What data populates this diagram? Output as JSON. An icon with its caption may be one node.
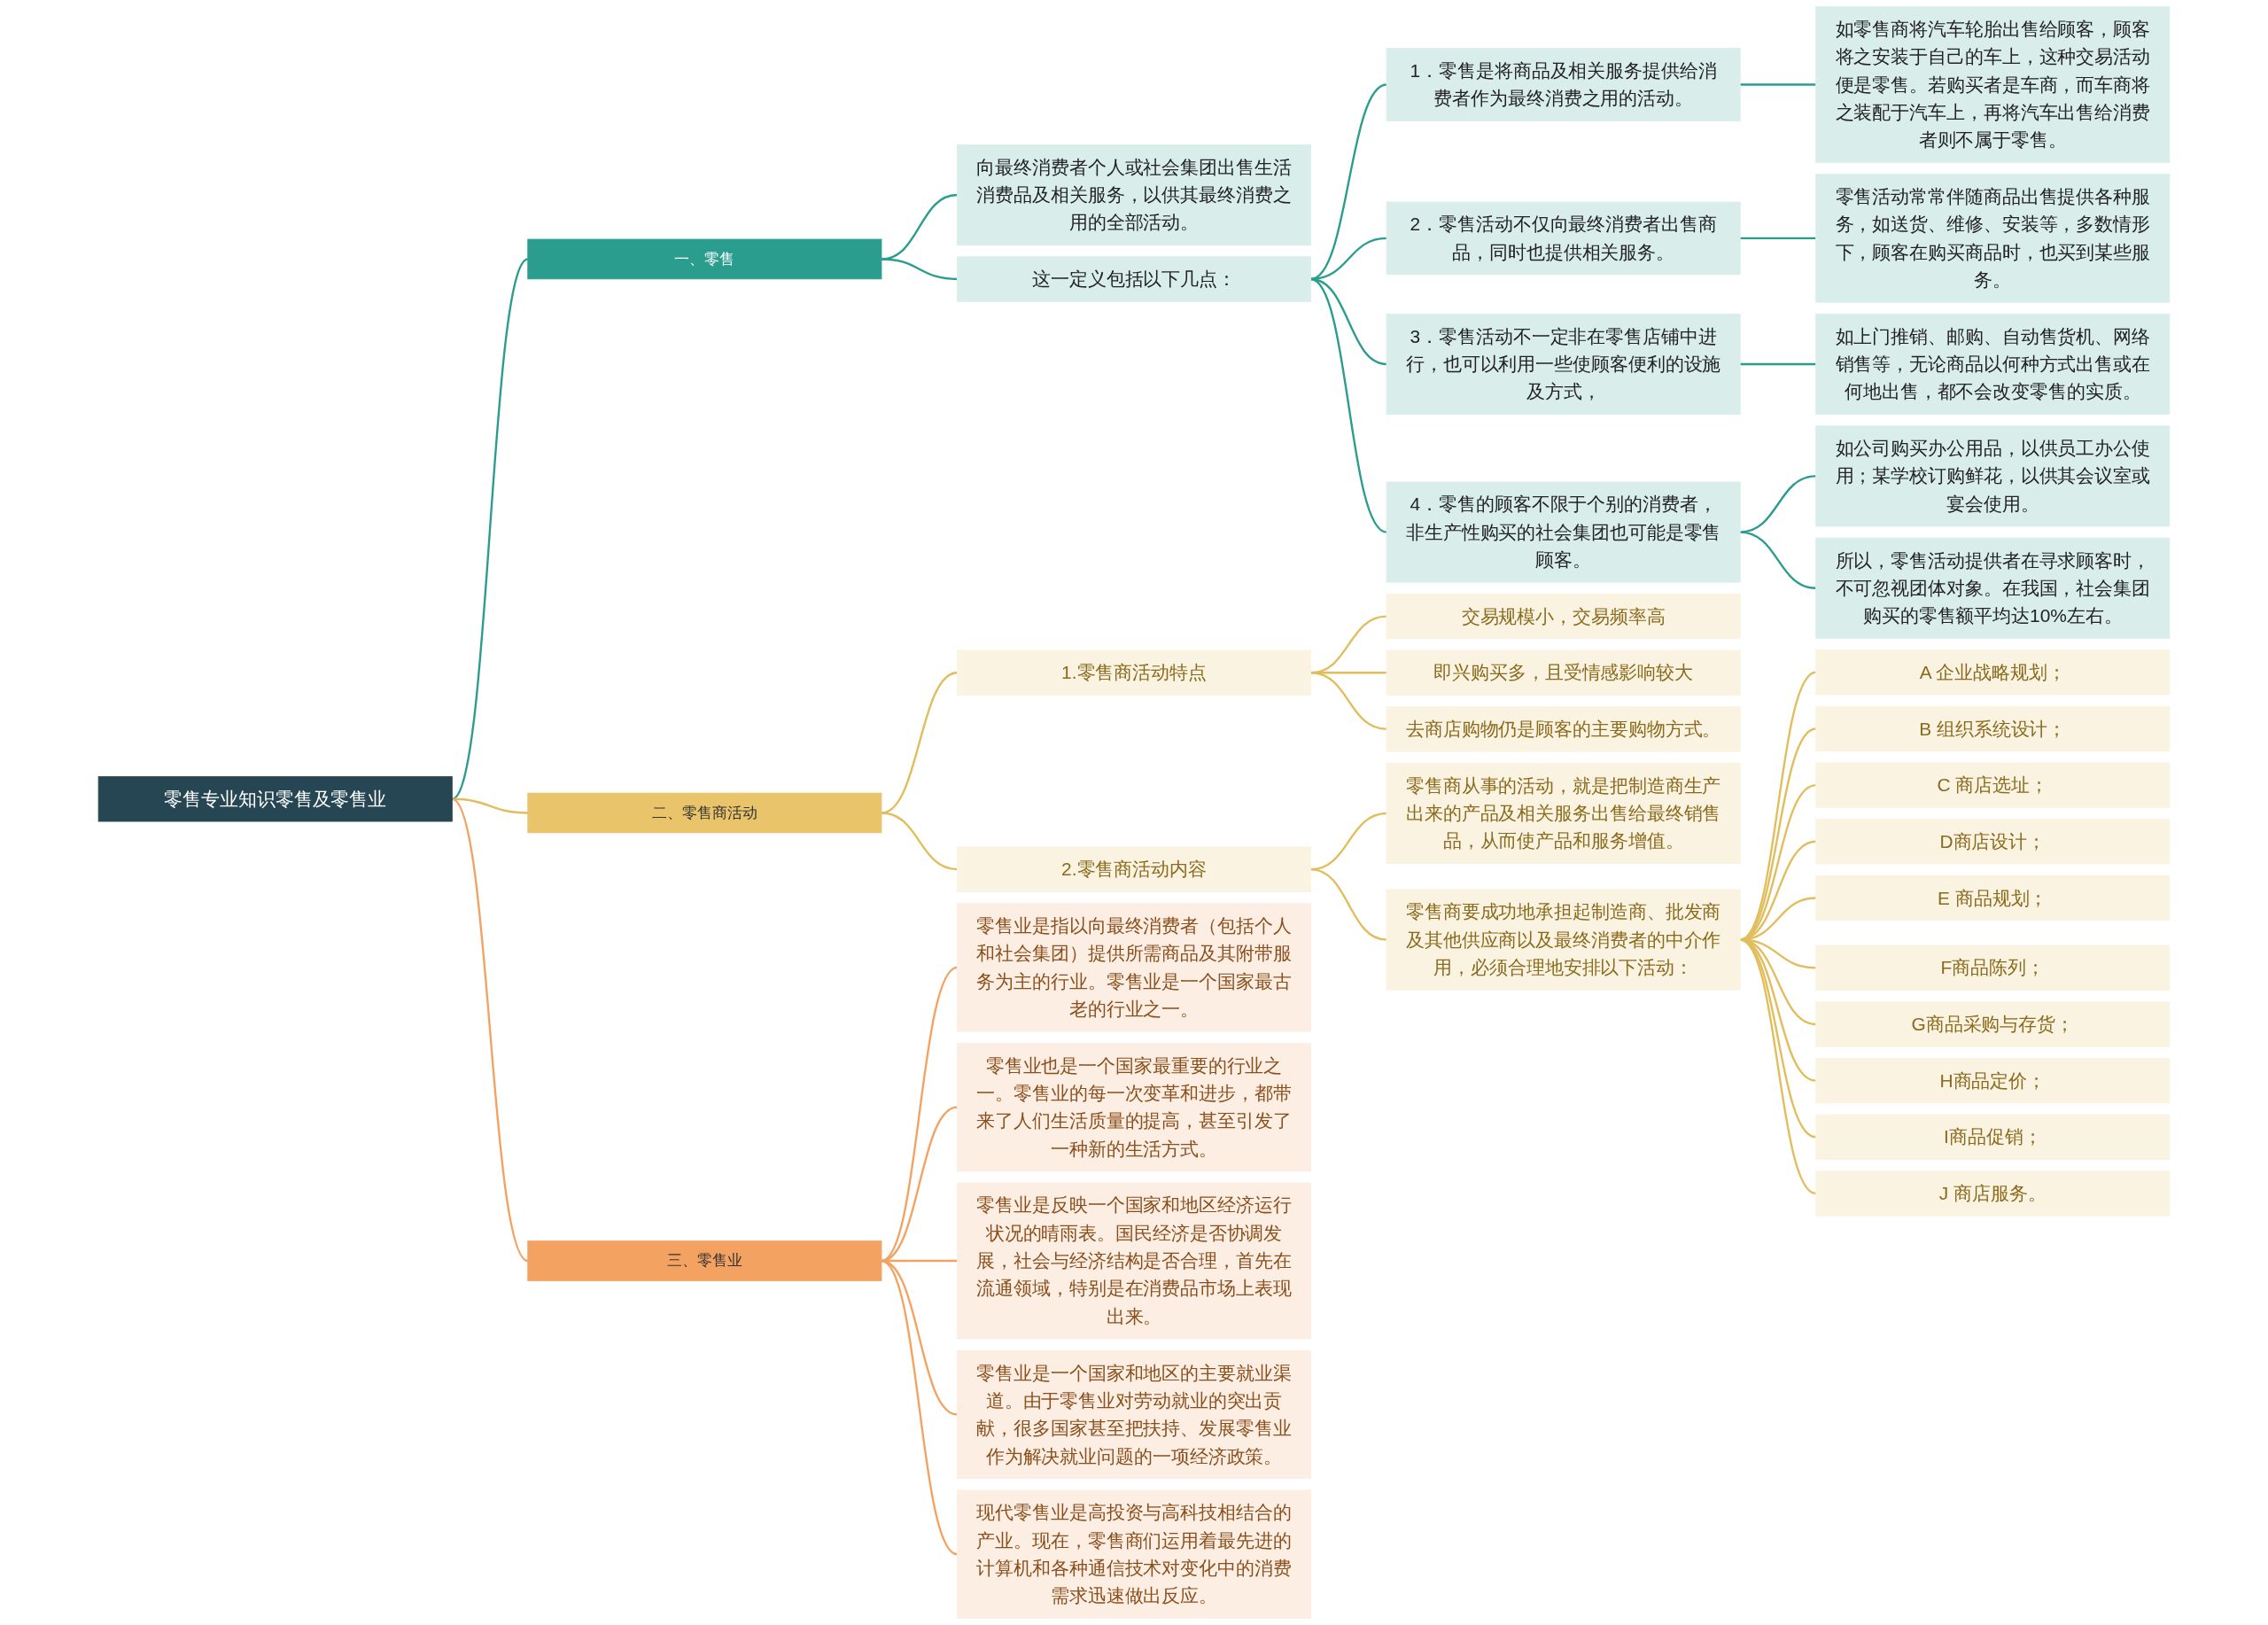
{
  "diagram": {
    "nodes": [
      {
        "text": [
          "零售专业知识零售及零售业"
        ]
      },
      {
        "text": [
          "一、零售"
        ]
      },
      {
        "text": [
          "向最终消费者个人或社会集团出售生活消费品及相关服务，以供其最终消费之用的全部活动。"
        ]
      },
      {
        "text": [
          "这一定义包括以下几点："
        ]
      },
      {
        "text": [
          "1．零售是将商品及相关服务提供给消费者作为最终消费之用的活动。"
        ]
      },
      {
        "text": [
          "如零售商将汽车轮胎出售给顾客，顾客将之安装于自己的车上，这种交易活动便是零售。若购买者是车商，而车商将之装配于汽车上，再将汽车出售给消费者则不属于零售。"
        ]
      },
      {
        "text": [
          "2．零售活动不仅向最终消费者出售商品，同时也提供相关服务。"
        ]
      },
      {
        "text": [
          "零售活动常常伴随商品出售提供各种服务，如送货、维修、安装等，多数情形下，顾客在购买商品时，也买到某些服务。"
        ]
      },
      {
        "text": [
          "3．零售活动不一定非在零售店铺中进行，也可以利用一些使顾客便利的设施及方式，"
        ]
      },
      {
        "text": [
          "如上门推销、邮购、自动售货机、网络销售等，无论商品以何种方式出售或在何地出售，都不会改变零售的实质。"
        ]
      },
      {
        "text": [
          "4．零售的顾客不限于个别的消费者，非生产性购买的社会集团也可能是零售顾客。"
        ]
      },
      {
        "text": [
          "如公司购买办公用品，以供员工办公使用；某学校订购鲜花，以供其会议室或宴会使用。"
        ]
      },
      {
        "text": [
          "所以，零售活动提供者在寻求顾客时，不可忽视团体对象。在我国，社会集团购买的零售额平均达10%左右。"
        ]
      },
      {
        "text": [
          "二、零售商活动"
        ]
      },
      {
        "text": [
          "1.零售商活动特点"
        ]
      },
      {
        "text": [
          "交易规模小，交易频率高"
        ]
      },
      {
        "text": [
          "即兴购买多，且受情感影响较大"
        ]
      },
      {
        "text": [
          "去商店购物仍是顾客的主要购物方式。"
        ]
      },
      {
        "text": [
          "2.零售商活动内容"
        ]
      },
      {
        "text": [
          "零售商从事的活动，就是把制造商生产出来的产品及相关服务出售给最终销售品，从而使产品和服务增值。"
        ]
      },
      {
        "text": [
          "零售商要成功地承担起制造商、批发商及其他供应商以及最终消费者的中介作用，必须合理地安排以下活动："
        ]
      },
      {
        "text": [
          "A 企业战略规划；"
        ]
      },
      {
        "text": [
          "B 组织系统设计；"
        ]
      },
      {
        "text": [
          "C 商店选址；"
        ]
      },
      {
        "text": [
          "D商店设计；"
        ]
      },
      {
        "text": [
          "E 商品规划；"
        ]
      },
      {
        "text": [
          "F商品陈列；"
        ]
      },
      {
        "text": [
          "G商品采购与存货；"
        ]
      },
      {
        "text": [
          "H商品定价；"
        ]
      },
      {
        "text": [
          "I商品促销；"
        ]
      },
      {
        "text": [
          "J 商店服务。"
        ]
      },
      {
        "text": [
          "三、零售业"
        ]
      },
      {
        "text": [
          "零售业是指以向最终消费者（包括个人和社会集团）提供所需商品及其附带服务为主的行业。零售业是一个国家最古老的行业之一。"
        ]
      },
      {
        "text": [
          "零售业也是一个国家最重要的行业之一。零售业的每一次变革和进步，都带来了人们生活质量的提高，甚至引发了一种新的生活方式。"
        ]
      },
      {
        "text": [
          "零售业是反映一个国家和地区经济运行状况的晴雨表。国民经济是否协调发展，社会与经济结构是否合理，首先在流通领域，特别是在消费品市场上表现出来。"
        ]
      },
      {
        "text": [
          "零售业是一个国家和地区的主要就业渠道。由于零售业对劳动就业的突出贡献，很多国家甚至把扶持、发展零售业作为解决就业问题的一项经济政策。"
        ]
      },
      {
        "text": [
          "现代零售业是高投资与高科技相结合的产业。现在，零售商们运用着最先进的计算机和各种通信技术对变化中的消费需求迅速做出反应。"
        ]
      }
    ],
    "edges": [
      {
        "from": 0,
        "to": 1,
        "arrow": "none",
        "color": "#2a9d8f"
      },
      {
        "from": 1,
        "to": 2,
        "arrow": "none",
        "color": "#2a9d8f"
      },
      {
        "from": 1,
        "to": 3,
        "arrow": "none",
        "color": "#2a9d8f"
      },
      {
        "from": 3,
        "to": 4,
        "arrow": "none",
        "color": "#2a9d8f"
      },
      {
        "from": 4,
        "to": 5,
        "arrow": "none",
        "color": "#2a9d8f"
      },
      {
        "from": 3,
        "to": 6,
        "arrow": "none",
        "color": "#2a9d8f"
      },
      {
        "from": 6,
        "to": 7,
        "arrow": "none",
        "color": "#2a9d8f"
      },
      {
        "from": 3,
        "to": 8,
        "arrow": "none",
        "color": "#2a9d8f"
      },
      {
        "from": 8,
        "to": 9,
        "arrow": "none",
        "color": "#2a9d8f"
      },
      {
        "from": 3,
        "to": 10,
        "arrow": "none",
        "color": "#2a9d8f"
      },
      {
        "from": 10,
        "to": 11,
        "arrow": "none",
        "color": "#2a9d8f"
      },
      {
        "from": 10,
        "to": 12,
        "arrow": "none",
        "color": "#2a9d8f"
      },
      {
        "from": 0,
        "to": 13,
        "arrow": "none"
      },
      {
        "from": 13,
        "to": 14,
        "arrow": "none"
      },
      {
        "from": 14,
        "to": 15,
        "arrow": "none"
      },
      {
        "from": 14,
        "to": 16,
        "arrow": "none"
      },
      {
        "from": 14,
        "to": 17,
        "arrow": "none"
      },
      {
        "from": 13,
        "to": 18,
        "arrow": "none"
      },
      {
        "from": 18,
        "to": 19,
        "arrow": "none"
      },
      {
        "from": 18,
        "to": 20,
        "arrow": "none"
      },
      {
        "from": 20,
        "to": 21,
        "arrow": "none"
      },
      {
        "from": 20,
        "to": 22,
        "arrow": "none"
      },
      {
        "from": 20,
        "to": 23,
        "arrow": "none"
      },
      {
        "from": 20,
        "to": 24,
        "arrow": "none"
      },
      {
        "from": 20,
        "to": 25,
        "arrow": "none"
      },
      {
        "from": 20,
        "to": 26,
        "arrow": "none"
      },
      {
        "from": 20,
        "to": 27,
        "arrow": "none"
      },
      {
        "from": 20,
        "to": 28,
        "arrow": "none"
      },
      {
        "from": 20,
        "to": 29,
        "arrow": "none"
      },
      {
        "from": 20,
        "to": 30,
        "arrow": "none"
      },
      {
        "from": 0,
        "to": 31,
        "arrow": "none",
        "color": "#f4a261"
      },
      {
        "from": 31,
        "to": 32,
        "arrow": "none",
        "color": "#f4a261"
      },
      {
        "from": 31,
        "to": 33,
        "arrow": "none",
        "color": "#f4a261"
      },
      {
        "from": 31,
        "to": 34,
        "arrow": "none",
        "color": "#f4a261"
      },
      {
        "from": 31,
        "to": 35,
        "arrow": "none",
        "color": "#f4a261"
      },
      {
        "from": 31,
        "to": 36,
        "arrow": "none",
        "color": "#f4a261"
      }
    ]
  }
}
